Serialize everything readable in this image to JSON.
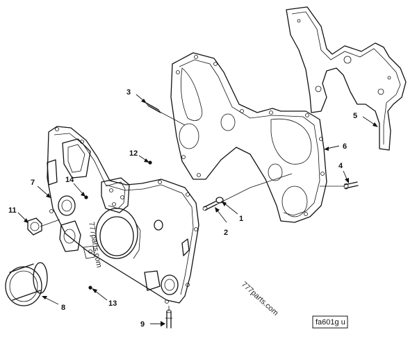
{
  "figure": {
    "id_label": "fa601g u",
    "watermark": "777parts.com"
  },
  "callouts": [
    {
      "num": "1"
    },
    {
      "num": "2"
    },
    {
      "num": "3"
    },
    {
      "num": "4"
    },
    {
      "num": "5"
    },
    {
      "num": "6"
    },
    {
      "num": "7"
    },
    {
      "num": "8"
    },
    {
      "num": "9"
    },
    {
      "num": "11"
    },
    {
      "num": "12"
    },
    {
      "num": "13"
    },
    {
      "num": "14"
    }
  ]
}
